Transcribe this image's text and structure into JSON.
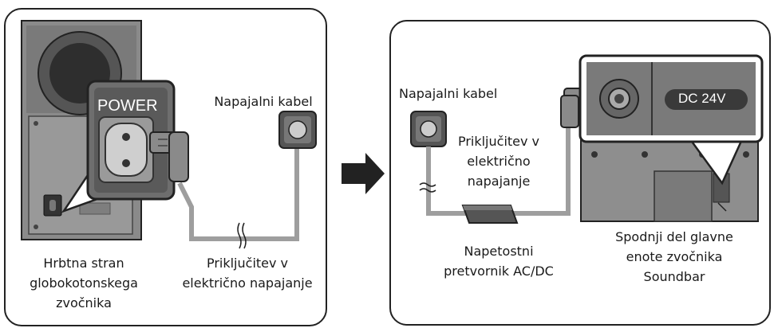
{
  "left_panel": {
    "subwoofer_caption": [
      "Hrbtna stran",
      "globokotonskega",
      "zvočnika"
    ],
    "power_label": "POWER",
    "power_cord_label": "Napajalni kabel",
    "outlet_caption": [
      "Priključitev v",
      "električno napajanje"
    ]
  },
  "right_panel": {
    "power_cord_label": "Napajalni kabel",
    "outlet_caption": [
      "Priključitev v",
      "električno",
      "napajanje"
    ],
    "adapter_caption": [
      "Napetostni",
      "pretvornik AC/DC"
    ],
    "dc_label": "DC 24V",
    "soundbar_caption": [
      "Spodnji del glavne",
      "enote zvočnika",
      "Soundbar"
    ]
  },
  "colors": {
    "outline": "#222222",
    "panel_gray": "#8c8c8c",
    "dark_gray": "#505050",
    "cable_gray": "#9e9e9e"
  },
  "icons": [
    "arrow-right-icon",
    "power-socket-icon",
    "wall-outlet-icon",
    "dc-jack-icon",
    "adapter-icon"
  ]
}
